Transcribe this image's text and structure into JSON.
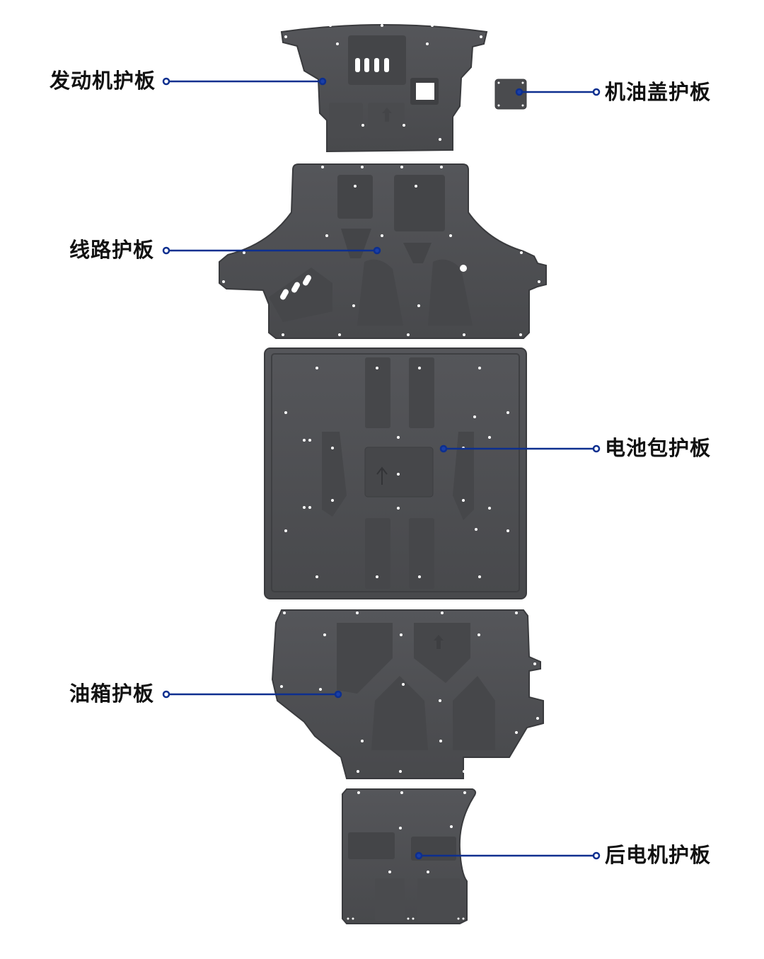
{
  "colors": {
    "background": "#ffffff",
    "panel": "#4f5053",
    "panel_dark": "#3f4043",
    "panel_light": "#5c5d60",
    "hole": "#ffffff",
    "callout_line": "#0d2f8f",
    "label_text": "#111111"
  },
  "diagram": {
    "title": "",
    "parts": [
      {
        "id": "engine",
        "label": "发动机护板",
        "label_side": "left"
      },
      {
        "id": "oil-cap",
        "label": "机油盖护板",
        "label_side": "right"
      },
      {
        "id": "wiring",
        "label": "线路护板",
        "label_side": "left"
      },
      {
        "id": "battery",
        "label": "电池包护板",
        "label_side": "right"
      },
      {
        "id": "fuel-tank",
        "label": "油箱护板",
        "label_side": "left"
      },
      {
        "id": "rear-motor",
        "label": "后电机护板",
        "label_side": "right"
      }
    ]
  }
}
